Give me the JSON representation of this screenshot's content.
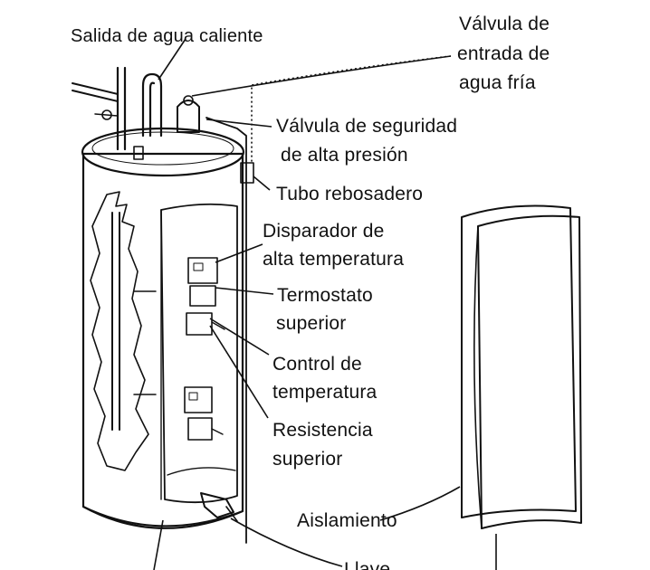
{
  "labels": {
    "hot_water_outlet": "Salida de agua caliente",
    "cold_water_valve": [
      "Válvula de",
      "entrada de",
      "agua fría"
    ],
    "safety_valve": [
      "Válvula de seguridad",
      "de alta presión"
    ],
    "overflow_tube": "Tubo rebosadero",
    "high_temp_trip": [
      "Disparador de",
      "alta temperatura"
    ],
    "upper_thermostat": [
      "Termostato",
      "superior"
    ],
    "temp_control": [
      "Control de",
      "temperatura"
    ],
    "upper_resistance": [
      "Resistencia",
      "superior"
    ],
    "insulation": "Aislamiento",
    "drain_valve_partial": "Llave"
  }
}
